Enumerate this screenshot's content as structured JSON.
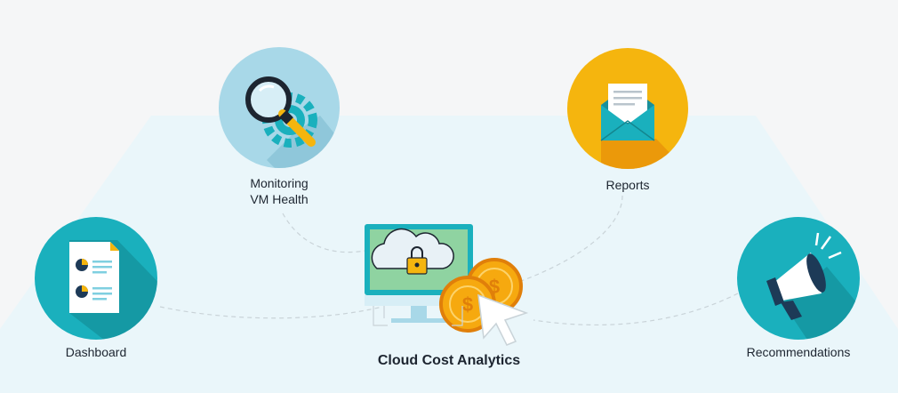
{
  "diagram": {
    "center": {
      "label": "Cloud Cost Analytics",
      "icon": "cloud-cost-monitor-icon"
    },
    "nodes": [
      {
        "id": "dashboard",
        "label": "Dashboard",
        "icon": "dashboard-report-icon",
        "color": "#1ab0bd"
      },
      {
        "id": "monitoring",
        "label": "Monitoring\nVM Health",
        "icon": "magnifier-gear-icon",
        "color": "#a8d8e8"
      },
      {
        "id": "reports",
        "label": "Reports",
        "icon": "envelope-letter-icon",
        "color": "#f5b50e"
      },
      {
        "id": "recommendations",
        "label": "Recommendations",
        "icon": "megaphone-icon",
        "color": "#1ab0bd"
      }
    ]
  },
  "colors": {
    "teal": "#1ab0bd",
    "light_blue": "#a8d8e8",
    "yellow": "#f5b50e",
    "shadow": "#13868f",
    "floor": "#eaf6fa",
    "coin": "#f6a90f"
  }
}
